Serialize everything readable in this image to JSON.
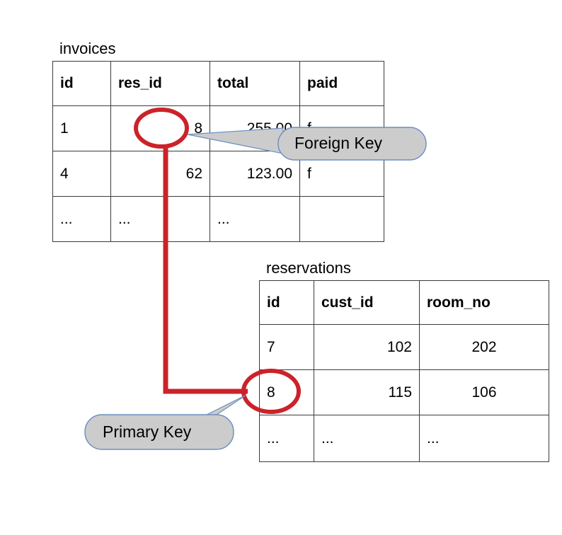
{
  "diagram": {
    "title_hidden": "",
    "accent_relation_color": "#CC2229",
    "callout_fill": "#CCCCCC",
    "callout_border": "#6C8EBF",
    "table_border_color": "#3B3B3B"
  },
  "tables": [
    {
      "id": "invoices",
      "name": "invoices",
      "columns": [
        {
          "label": "id",
          "align": "al-left"
        },
        {
          "label": "res_id",
          "align": "al-right"
        },
        {
          "label": "total",
          "align": "al-right"
        },
        {
          "label": "paid",
          "align": "al-left"
        }
      ],
      "rows": [
        [
          "1",
          "8",
          "255.00",
          "f"
        ],
        [
          "4",
          "62",
          "123.00",
          "f"
        ],
        [
          "...",
          "...",
          "...",
          ""
        ]
      ]
    },
    {
      "id": "reservations",
      "name": "reservations",
      "columns": [
        {
          "label": "id",
          "align": "al-left"
        },
        {
          "label": "cust_id",
          "align": "al-right"
        },
        {
          "label": "room_no",
          "align": "al-center"
        }
      ],
      "rows": [
        [
          "7",
          "102",
          "202"
        ],
        [
          "8",
          "115",
          "106"
        ],
        [
          "...",
          "...",
          "..."
        ]
      ]
    }
  ],
  "callouts": {
    "foreign_key": {
      "label": "Foreign Key",
      "points_at": "invoices.res_id"
    },
    "primary_key": {
      "label": "Primary Key",
      "points_at": "reservations.id"
    }
  },
  "relationship": {
    "from_table": "invoices",
    "from_column": "res_id",
    "from_value": "8",
    "to_table": "reservations",
    "to_column": "id",
    "to_value": "8"
  }
}
